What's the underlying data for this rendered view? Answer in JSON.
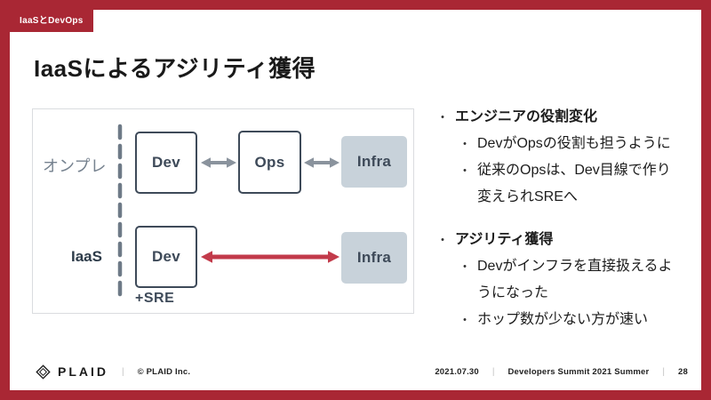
{
  "slide": {
    "tag": "IaaSとDevOps",
    "title": "IaaSによるアジリティ獲得"
  },
  "diagram": {
    "row1_label": "オンプレ",
    "row2_label": "IaaS",
    "row1_boxes": {
      "dev": "Dev",
      "ops": "Ops",
      "infra": "Infra"
    },
    "row2_boxes": {
      "dev": "Dev",
      "infra": "Infra"
    },
    "sre_note": "+SRE"
  },
  "bullets": [
    {
      "title": "エンジニアの役割変化",
      "items": [
        "DevがOpsの役割も担うように",
        "従来のOpsは、Dev目線で作り変えられSREへ"
      ]
    },
    {
      "title": "アジリティ獲得",
      "items": [
        "Devがインフラを直接扱えるようになった",
        "ホップ数が少ない方が速い"
      ]
    }
  ],
  "footer": {
    "brand": "PLAID",
    "copyright": "© PLAID Inc.",
    "date": "2021.07.30",
    "event": "Developers Summit 2021 Summer",
    "page": "28"
  },
  "chars": {
    "bullet": "・",
    "separator": "|"
  },
  "colors": {
    "accent_red": "#a92734",
    "arrow_red": "#c23a4a",
    "arrow_gray": "#8a939d",
    "box_border": "#3e4a59",
    "infra_fill": "#c8d2da"
  }
}
